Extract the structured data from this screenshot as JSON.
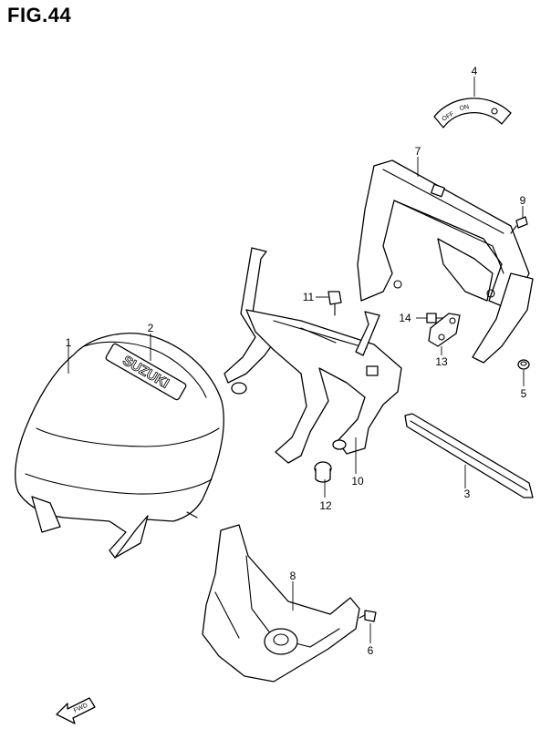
{
  "figure": {
    "title": "FIG.44"
  },
  "emblem": {
    "brand": "SUZUKI"
  },
  "switch_plate": {
    "off_label": "OFF",
    "on_label": "ON"
  },
  "fwd_arrow": {
    "label": "FWD"
  },
  "callouts": [
    {
      "id": "1",
      "label": "1"
    },
    {
      "id": "2",
      "label": "2"
    },
    {
      "id": "3",
      "label": "3"
    },
    {
      "id": "4",
      "label": "4"
    },
    {
      "id": "5",
      "label": "5"
    },
    {
      "id": "6",
      "label": "6"
    },
    {
      "id": "7",
      "label": "7"
    },
    {
      "id": "8",
      "label": "8"
    },
    {
      "id": "9",
      "label": "9"
    },
    {
      "id": "10",
      "label": "10"
    },
    {
      "id": "11",
      "label": "11"
    },
    {
      "id": "12",
      "label": "12"
    },
    {
      "id": "13",
      "label": "13"
    },
    {
      "id": "14",
      "label": "14"
    }
  ]
}
